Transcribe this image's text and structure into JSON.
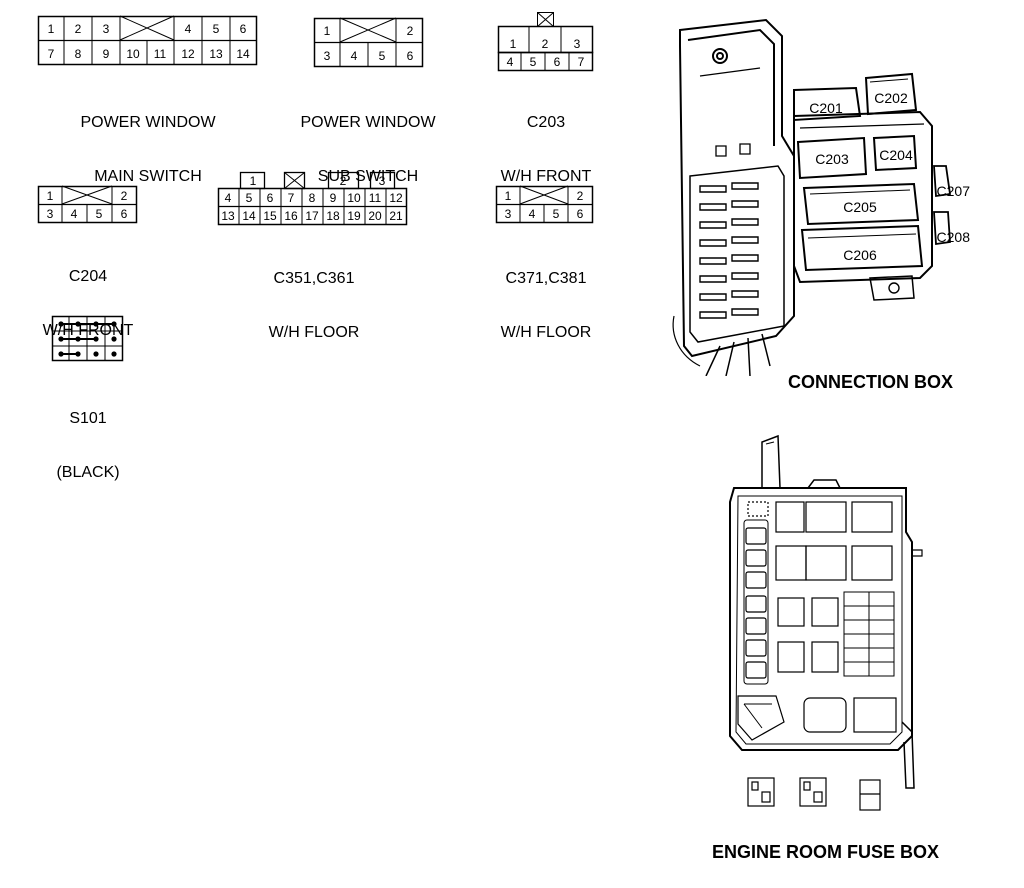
{
  "connectors": {
    "power_window_main": {
      "row1": [
        "1",
        "2",
        "3",
        "",
        "4",
        "5",
        "6"
      ],
      "row2": [
        "7",
        "8",
        "9",
        "10",
        "11",
        "12",
        "13",
        "14"
      ],
      "caption": [
        "POWER WINDOW",
        "MAIN SWITCH"
      ]
    },
    "power_window_sub": {
      "row1": [
        "1",
        "",
        "2"
      ],
      "row2": [
        "3",
        "4",
        "5",
        "6"
      ],
      "caption": [
        "POWER WINDOW",
        "SUB SWITCH"
      ]
    },
    "c203": {
      "row1": [
        "1",
        "2",
        "3"
      ],
      "row2": [
        "4",
        "5",
        "6",
        "7"
      ],
      "caption": [
        "C203",
        "W/H FRONT"
      ]
    },
    "c204": {
      "row1": [
        "1",
        "",
        "2"
      ],
      "row2": [
        "3",
        "4",
        "5",
        "6"
      ],
      "caption": [
        "C204",
        "W/H FRONT"
      ]
    },
    "c351": {
      "row1": [
        "1",
        "",
        "2",
        "3"
      ],
      "row2": [
        "4",
        "5",
        "6",
        "7",
        "8",
        "9",
        "10",
        "11",
        "12"
      ],
      "row3": [
        "13",
        "14",
        "15",
        "16",
        "17",
        "18",
        "19",
        "20",
        "21"
      ],
      "caption": [
        "C351,C361",
        "W/H FLOOR"
      ]
    },
    "c371": {
      "row1": [
        "1",
        "",
        "2"
      ],
      "row2": [
        "3",
        "4",
        "5",
        "6"
      ],
      "caption": [
        "C371,C381",
        "W/H FLOOR"
      ]
    },
    "s101": {
      "caption": [
        "S101",
        "(BLACK)"
      ]
    }
  },
  "connection_box": {
    "title": "CONNECTION BOX",
    "labels": [
      "C201",
      "C202",
      "C203",
      "C204",
      "C205",
      "C206",
      "C207",
      "C208"
    ]
  },
  "fuse_box": {
    "title": "ENGINE ROOM FUSE BOX"
  }
}
